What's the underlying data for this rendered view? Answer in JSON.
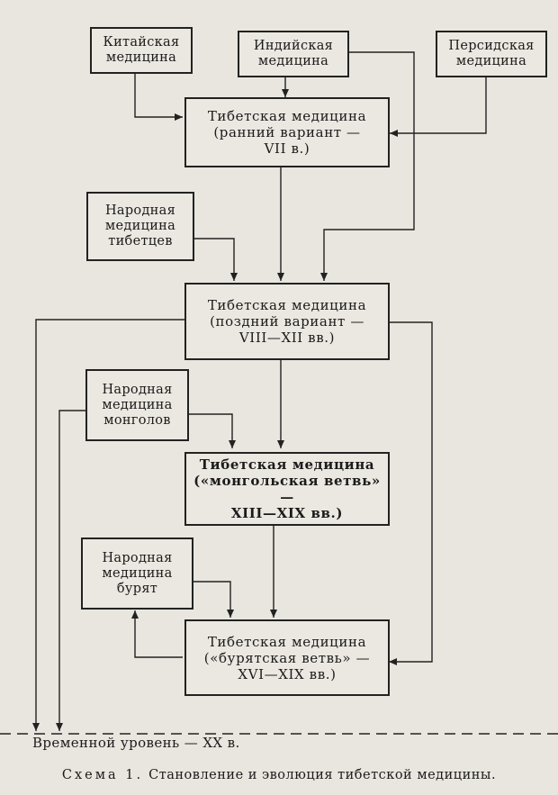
{
  "boxes": {
    "chinese": "Китайская\nмедицина",
    "indian": "Индийская\nмедицина",
    "persian": "Персидская\nмедицина",
    "tibet_early": "Тибетская медицина\n(ранний вариант —\nVII в.)",
    "folk_tibetan": "Народная\nмедицина\nтибетцев",
    "tibet_late": "Тибетская медицина\n(поздний вариант —\nVIII—XII вв.)",
    "folk_mongol": "Народная\nмедицина\nмонголов",
    "tibet_mongol": "Тибетская медицина\n(«монгольская ветвь» —\nXIII—XIX вв.)",
    "folk_buryat": "Народная\nмедицина\nбурят",
    "tibet_buryat": "Тибетская медицина\n(«бурятская ветвь» —\nXVI—XIX вв.)"
  },
  "timeline": {
    "label": "Временной уровень — XX в."
  },
  "caption": {
    "lead": "Схема 1.",
    "text": "Становление и эволюция тибетской медицины."
  }
}
